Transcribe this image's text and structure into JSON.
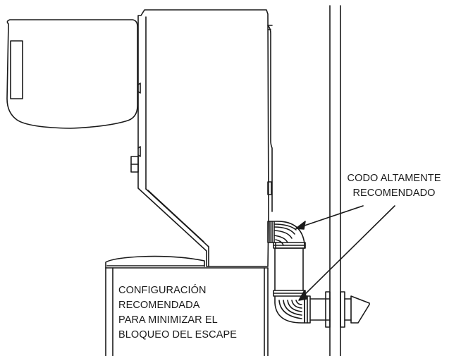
{
  "callouts": {
    "elbow": {
      "lines": [
        "CODO ALTAMENTE",
        "RECOMENDADO"
      ]
    },
    "config": {
      "lines": [
        "CONFIGURACIÓN",
        "RECOMENDADA",
        "PARA MINIMIZAR EL",
        "BLOQUEO DEL ESCAPE"
      ]
    }
  },
  "colors": {
    "stroke": "#1a1a1a",
    "background": "#ffffff"
  }
}
